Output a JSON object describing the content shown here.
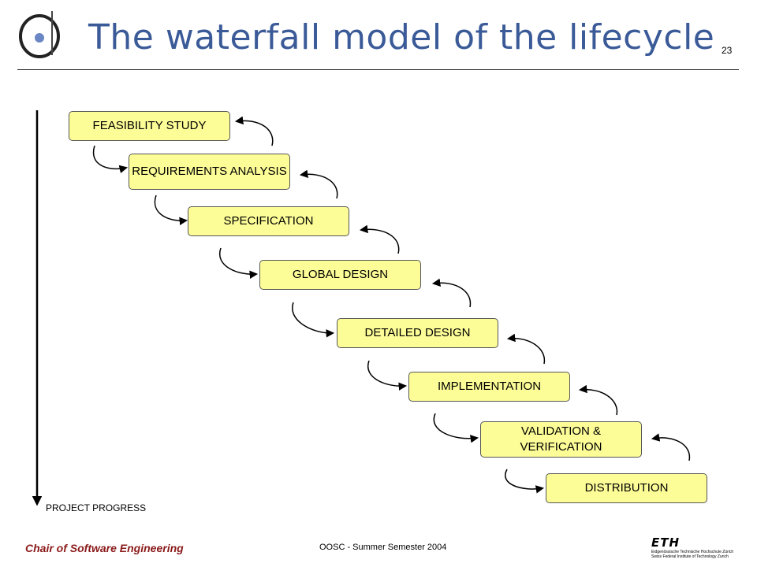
{
  "slide": {
    "title": "The waterfall model of the lifecycle",
    "page_number": "23"
  },
  "diagram": {
    "stages": [
      "FEASIBILITY STUDY",
      "REQUIREMENTS ANALYSIS",
      "SPECIFICATION",
      "GLOBAL DESIGN",
      "DETAILED DESIGN",
      "IMPLEMENTATION",
      "VALIDATION & VERIFICATION",
      "DISTRIBUTION"
    ],
    "axis_label": "PROJECT PROGRESS",
    "colors": {
      "box_fill": "#fdfd98",
      "box_border": "#555555",
      "arrow": "#000000"
    }
  },
  "footer": {
    "left": "Chair of Software Engineering",
    "center": "OOSC - Summer Semester 2004",
    "eth_mark": "ETH",
    "eth_line1": "Eidgenössische Technische Hochschule Zürich",
    "eth_line2": "Swiss Federal Institute of Technology Zurich"
  },
  "header": {
    "title_color": "#3a5a98",
    "footer_color": "#8b1a1a"
  }
}
